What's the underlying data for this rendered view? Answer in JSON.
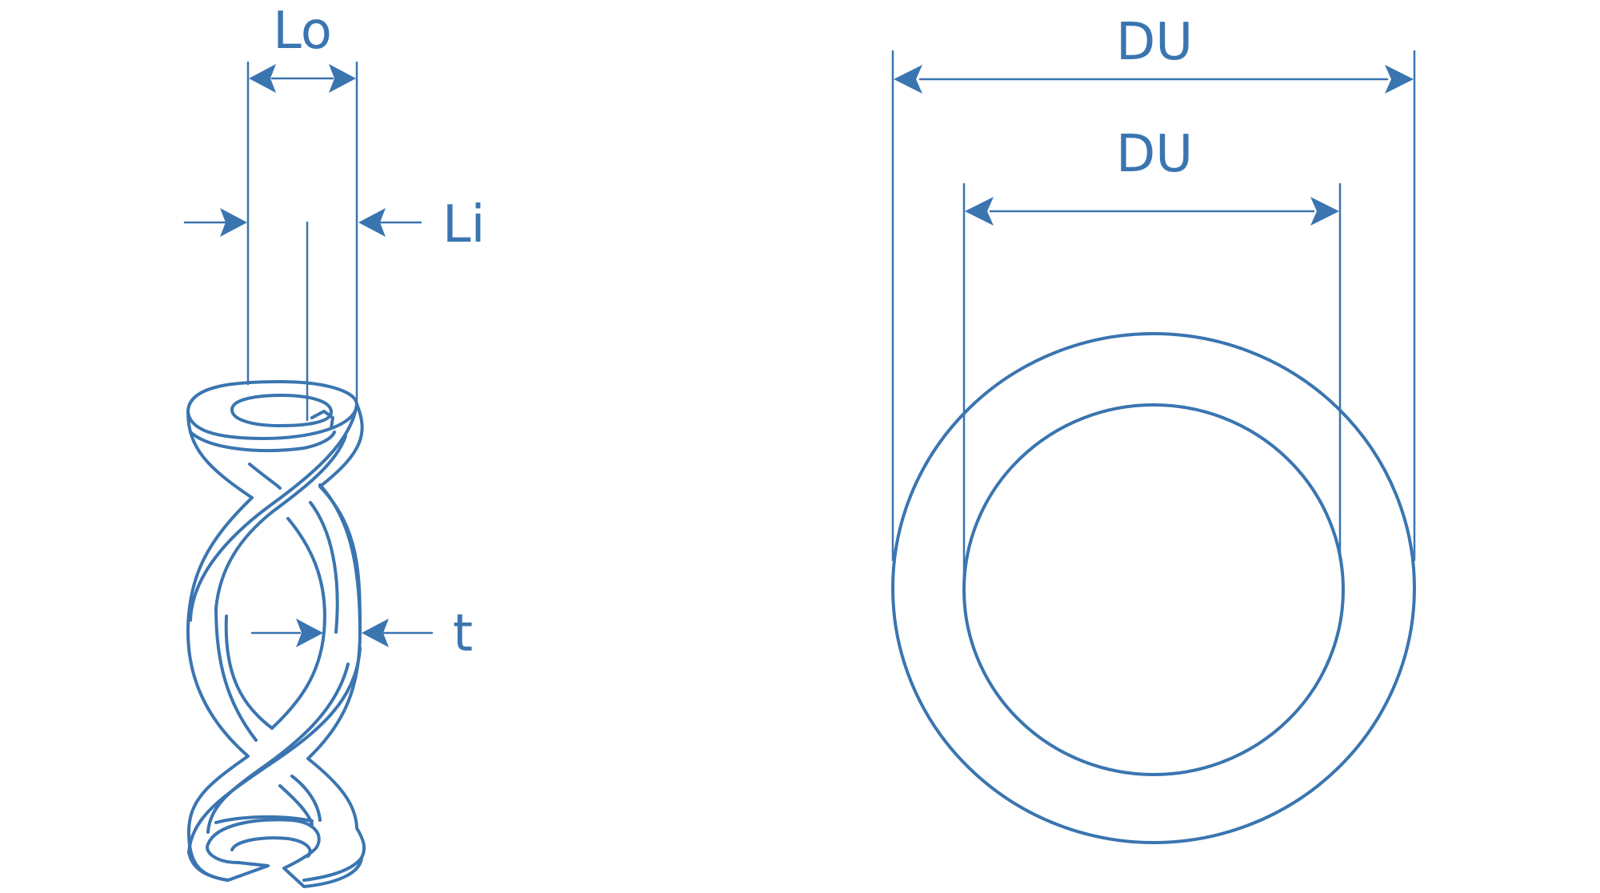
{
  "colors": {
    "line": "#3a75b0",
    "background": "#ffffff"
  },
  "labels": {
    "outer_lead": "Lo",
    "inner_lead": "Li",
    "thickness": "t",
    "outer_diameter": "DU",
    "inner_diameter": "DU"
  }
}
